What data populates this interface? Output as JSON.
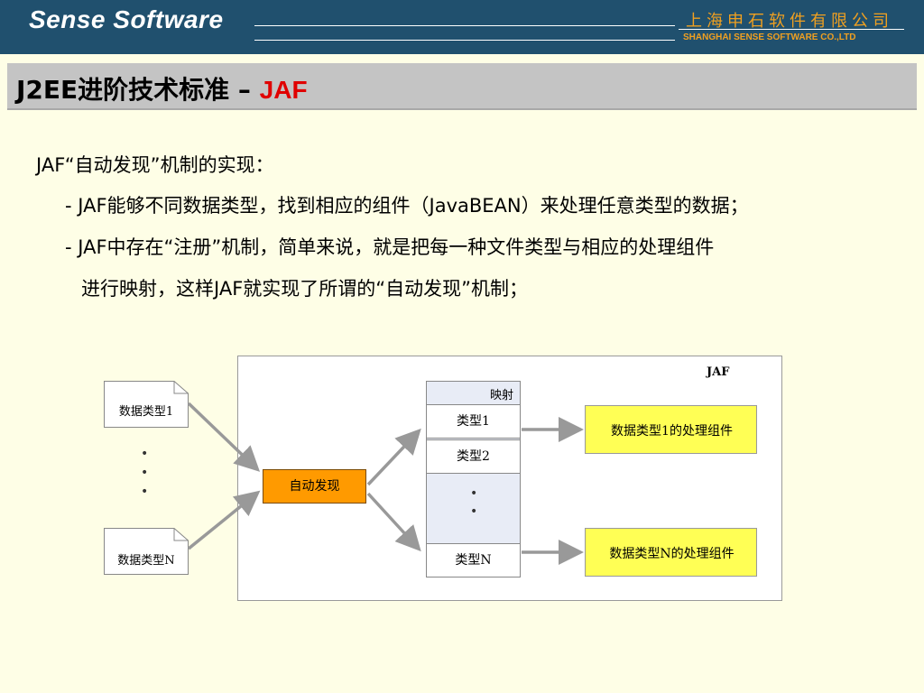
{
  "header": {
    "logo": "Sense Software",
    "company_cn": "上海申石软件有限公司",
    "company_en": "SHANGHAI SENSE SOFTWARE CO.,LTD"
  },
  "title": {
    "main": "J2EE进阶技术标准 – ",
    "highlight": "JAF",
    "highlight_color": "#e00000"
  },
  "content": {
    "heading": "JAF“自动发现”机制的实现：",
    "bullet1": "- JAF能够不同数据类型，找到相应的组件（JavaBEAN）来处理任意类型的数据；",
    "bullet2_line1": "- JAF中存在“注册”机制，简单来说，就是把每一种文件类型与相应的处理组件",
    "bullet2_line2": "进行映射，这样JAF就实现了所谓的“自动发现”机制；"
  },
  "diagram": {
    "frame_label": "JAF",
    "doc1": "数据类型1",
    "docN": "数据类型N",
    "auto_discover": "自动发现",
    "map_header": "映射",
    "type1": "类型1",
    "type2": "类型2",
    "typeN": "类型N",
    "handler1": "数据类型1的处理组件",
    "handlerN": "数据类型N的处理组件",
    "colors": {
      "auto_box": "#ff9a00",
      "handler": "#ffff55",
      "map_column": "#e8ecf6",
      "arrow": "#999999"
    }
  }
}
